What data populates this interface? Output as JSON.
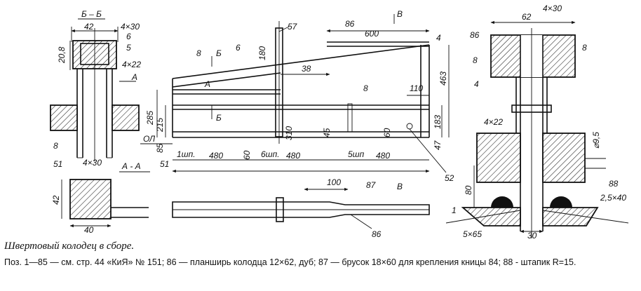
{
  "labels": {
    "section_bb": "Б – Б",
    "section_aa": "А - А",
    "section_b_mark": "Б",
    "section_a_mark": "А",
    "section_v_mark": "В",
    "ol": "ОЛ",
    "shp1": "1шп.",
    "shp6": "6шп.",
    "shp5": "5шп"
  },
  "dims": {
    "d42": "42",
    "d4x30": "4×30",
    "d20_8": "20,8",
    "d6": "6",
    "d5": "5",
    "d4x22": "4×22",
    "d8": "8",
    "d51": "51",
    "d40": "40",
    "d57": "57",
    "d180": "180",
    "d86": "86",
    "d600": "600",
    "d4": "4",
    "d38": "38",
    "d285": "285",
    "d215": "215",
    "d310": "310",
    "d85": "85",
    "d110": "110",
    "d463": "463",
    "d183": "183",
    "d45": "45",
    "d60": "60",
    "d47": "47",
    "d480": "480",
    "d87": "87",
    "d52": "52",
    "d62": "62",
    "d100": "100",
    "d80": "80",
    "d9_5": "⌀9,5",
    "d88": "88",
    "d2_5x40": "2,5×40",
    "d1": "1",
    "d5x65": "5×65",
    "d30": "30"
  },
  "caption": "Швертовый колодец в сборе.",
  "legend": "Поз. 1—85 — см. стр. 44 «КиЯ» № 151; 86 — планширь колодца 12×62, дуб; 87 — брусок 18×60 для крепления кницы 84; 88 - штапик R=15."
}
